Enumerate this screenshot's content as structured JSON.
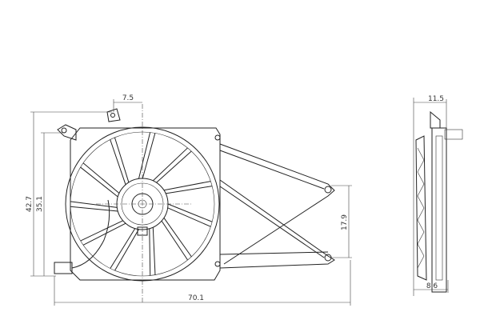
{
  "drawing": {
    "front_view": {
      "dims": {
        "overall_height": "42.7",
        "mount_height": "35.1",
        "hub_offset": "7.5",
        "overall_width": "70.1",
        "bracket_height": "17.9"
      }
    },
    "side_view": {
      "dims": {
        "top_depth": "11.5",
        "bottom_depth": "8.6"
      }
    }
  }
}
